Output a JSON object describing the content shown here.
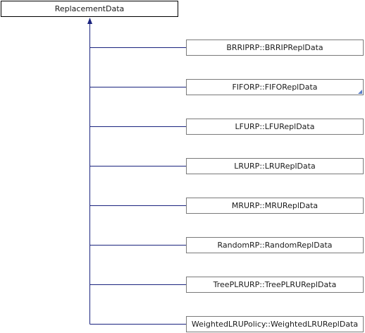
{
  "base_class": {
    "label": "ReplacementData"
  },
  "derived_classes": [
    {
      "label": "BRRIPRP::BRRIPReplData",
      "has_more_marker": false
    },
    {
      "label": "FIFORP::FIFOReplData",
      "has_more_marker": true
    },
    {
      "label": "LFURP::LFUReplData",
      "has_more_marker": false
    },
    {
      "label": "LRURP::LRUReplData",
      "has_more_marker": false
    },
    {
      "label": "MRURP::MRUReplData",
      "has_more_marker": false
    },
    {
      "label": "RandomRP::RandomReplData",
      "has_more_marker": false
    },
    {
      "label": "TreePLRURP::TreePLRUReplData",
      "has_more_marker": false
    },
    {
      "label": "WeightedLRUPolicy::WeightedLRUReplData",
      "has_more_marker": false
    }
  ],
  "colors": {
    "edge": "#1a237e",
    "node_border": "#7a7a7a",
    "base_border": "#000000",
    "more_marker": "#5b7ec8"
  }
}
